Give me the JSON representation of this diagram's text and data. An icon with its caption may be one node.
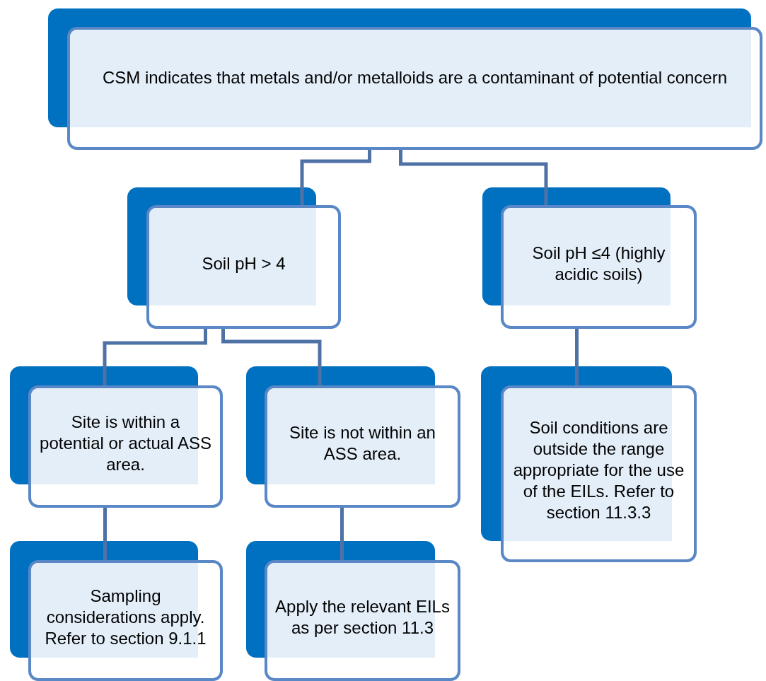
{
  "diagram": {
    "nodes": [
      {
        "text": [
          "CSM indicates that metals and/or metalloids are a contaminant of potential concern"
        ]
      },
      {
        "text": [
          "Soil pH > 4"
        ]
      },
      {
        "text": [
          "Soil pH ≤4 (highly acidic soils)"
        ]
      },
      {
        "text": [
          "Site is within a potential or actual ASS area."
        ]
      },
      {
        "text": [
          "Site is not within an ASS area."
        ]
      },
      {
        "text": [
          "Soil conditions are outside the range appropriate for the use of the EILs. Refer to section 11.3.3"
        ]
      },
      {
        "text": [
          "Sampling considerations apply. Refer to section 9.1.1"
        ]
      },
      {
        "text": [
          "Apply the relevant EILs as per section 11.3"
        ]
      }
    ],
    "edges": [
      {
        "from": 0,
        "to": 1,
        "arrow": "none"
      },
      {
        "from": 0,
        "to": 2,
        "arrow": "none"
      },
      {
        "from": 1,
        "to": 3,
        "arrow": "none"
      },
      {
        "from": 1,
        "to": 4,
        "arrow": "none"
      },
      {
        "from": 2,
        "to": 5,
        "arrow": "none"
      },
      {
        "from": 3,
        "to": 6,
        "arrow": "none"
      },
      {
        "from": 4,
        "to": 7,
        "arrow": "none"
      }
    ]
  }
}
